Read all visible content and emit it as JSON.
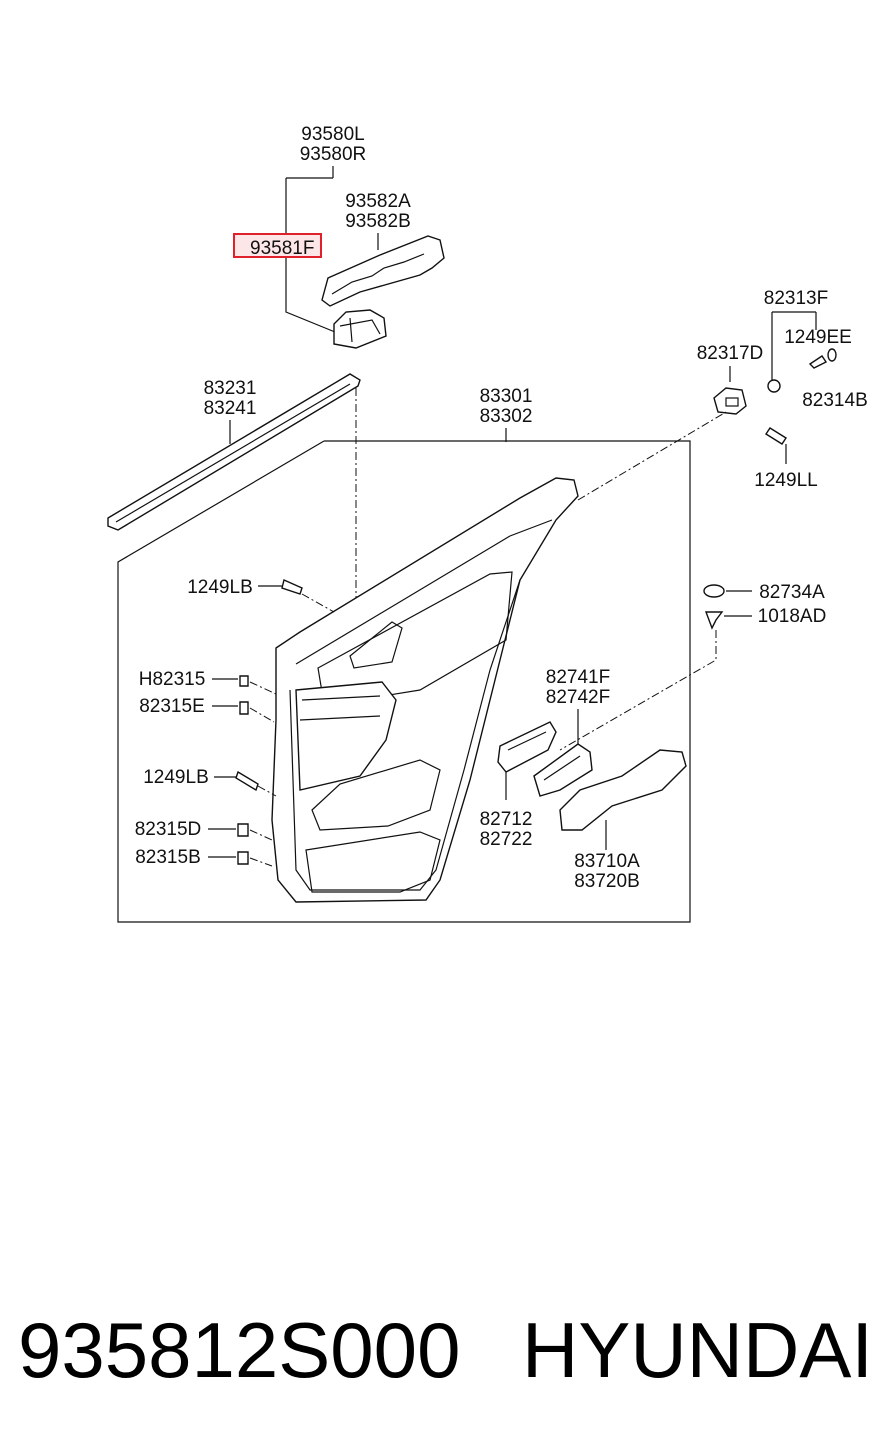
{
  "labels": {
    "p93580": [
      "93580L",
      "93580R"
    ],
    "p93582": [
      "93582A",
      "93582B"
    ],
    "p93581F": "93581F",
    "p82313F": "82313F",
    "p1249EE": "1249EE",
    "p82317D": "82317D",
    "p82314B": "82314B",
    "p83231": [
      "83231",
      "83241"
    ],
    "p83301": [
      "83301",
      "83302"
    ],
    "p1249LL": "1249LL",
    "p1249LB_top": "1249LB",
    "p82734A": "82734A",
    "p1018AD": "1018AD",
    "pH82315": "H82315",
    "p82315E": "82315E",
    "p82741F": [
      "82741F",
      "82742F"
    ],
    "p1249LB_mid": "1249LB",
    "p82712": [
      "82712",
      "82722"
    ],
    "p82315D": "82315D",
    "p82315B": "82315B",
    "p83710A": [
      "83710A",
      "83720B"
    ]
  },
  "highlight_color": "#e0202a",
  "footer": {
    "part_number": "935812S000",
    "brand": "HYUNDAI"
  }
}
